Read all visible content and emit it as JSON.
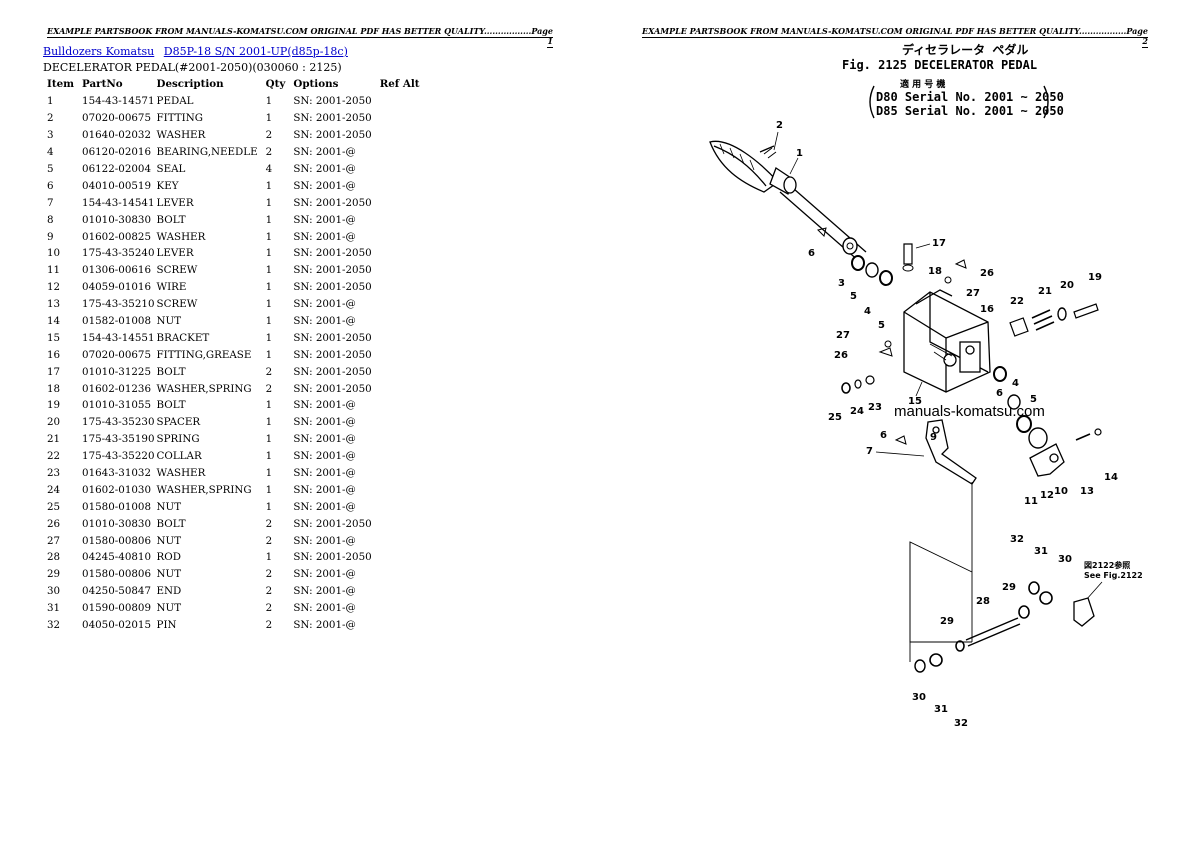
{
  "headers": {
    "page1": "EXAMPLE PARTSBOOK FROM MANUALS-KOMATSU.COM ORIGINAL PDF HAS BETTER QUALITY.................Page 1",
    "page2": "EXAMPLE PARTSBOOK FROM MANUALS-KOMATSU.COM ORIGINAL PDF HAS BETTER QUALITY.................Page 2"
  },
  "breadcrumb": {
    "link1": "Bulldozers Komatsu",
    "link2": "D85P-18 S/N 2001-UP(d85p-18c)"
  },
  "subtitle": "DECELERATOR PEDAL(#2001-2050)(030060 : 2125)",
  "table": {
    "headers": [
      "Item",
      "PartNo",
      "Description",
      "Qty",
      "Options",
      "Ref Alt"
    ],
    "rows": [
      [
        "1",
        "154-43-14571",
        "PEDAL",
        "1",
        "SN: 2001-2050"
      ],
      [
        "2",
        "07020-00675",
        "FITTING",
        "1",
        "SN: 2001-2050"
      ],
      [
        "3",
        "01640-02032",
        "WASHER",
        "2",
        "SN: 2001-2050"
      ],
      [
        "4",
        "06120-02016",
        "BEARING,NEEDLE",
        "2",
        "SN: 2001-@"
      ],
      [
        "5",
        "06122-02004",
        "SEAL",
        "4",
        "SN: 2001-@"
      ],
      [
        "6",
        "04010-00519",
        "KEY",
        "1",
        "SN: 2001-@"
      ],
      [
        "7",
        "154-43-14541",
        "LEVER",
        "1",
        "SN: 2001-2050"
      ],
      [
        "8",
        "01010-30830",
        "BOLT",
        "1",
        "SN: 2001-@"
      ],
      [
        "9",
        "01602-00825",
        "WASHER",
        "1",
        "SN: 2001-@"
      ],
      [
        "10",
        "175-43-35240",
        "LEVER",
        "1",
        "SN: 2001-2050"
      ],
      [
        "11",
        "01306-00616",
        "SCREW",
        "1",
        "SN: 2001-2050"
      ],
      [
        "12",
        "04059-01016",
        "WIRE",
        "1",
        "SN: 2001-2050"
      ],
      [
        "13",
        "175-43-35210",
        "SCREW",
        "1",
        "SN: 2001-@"
      ],
      [
        "14",
        "01582-01008",
        "NUT",
        "1",
        "SN: 2001-@"
      ],
      [
        "15",
        "154-43-14551",
        "BRACKET",
        "1",
        "SN: 2001-2050"
      ],
      [
        "16",
        "07020-00675",
        "FITTING,GREASE",
        "1",
        "SN: 2001-2050"
      ],
      [
        "17",
        "01010-31225",
        "BOLT",
        "2",
        "SN: 2001-2050"
      ],
      [
        "18",
        "01602-01236",
        "WASHER,SPRING",
        "2",
        "SN: 2001-2050"
      ],
      [
        "19",
        "01010-31055",
        "BOLT",
        "1",
        "SN: 2001-@"
      ],
      [
        "20",
        "175-43-35230",
        "SPACER",
        "1",
        "SN: 2001-@"
      ],
      [
        "21",
        "175-43-35190",
        "SPRING",
        "1",
        "SN: 2001-@"
      ],
      [
        "22",
        "175-43-35220",
        "COLLAR",
        "1",
        "SN: 2001-@"
      ],
      [
        "23",
        "01643-31032",
        "WASHER",
        "1",
        "SN: 2001-@"
      ],
      [
        "24",
        "01602-01030",
        "WASHER,SPRING",
        "1",
        "SN: 2001-@"
      ],
      [
        "25",
        "01580-01008",
        "NUT",
        "1",
        "SN: 2001-@"
      ],
      [
        "26",
        "01010-30830",
        "BOLT",
        "2",
        "SN: 2001-2050"
      ],
      [
        "27",
        "01580-00806",
        "NUT",
        "2",
        "SN: 2001-@"
      ],
      [
        "28",
        "04245-40810",
        "ROD",
        "1",
        "SN: 2001-2050"
      ],
      [
        "29",
        "01580-00806",
        "NUT",
        "2",
        "SN: 2001-@"
      ],
      [
        "30",
        "04250-50847",
        "END",
        "2",
        "SN: 2001-@"
      ],
      [
        "31",
        "01590-00809",
        "NUT",
        "2",
        "SN: 2001-@"
      ],
      [
        "32",
        "04050-02015",
        "PIN",
        "2",
        "SN: 2001-@"
      ]
    ]
  },
  "diagram": {
    "jp_title": "ディセラレータ ペダル",
    "fig_title": "Fig. 2125 DECELERATOR PEDAL",
    "jp_serial": "適 用 号 機",
    "serial1": "D80 Serial No. 2001 ~ 2050",
    "serial2": "D85 Serial No. 2001 ~ 2050",
    "watermark": "manuals-komatsu.com",
    "see_jp": "図2122参照",
    "see": "See Fig.2122"
  }
}
